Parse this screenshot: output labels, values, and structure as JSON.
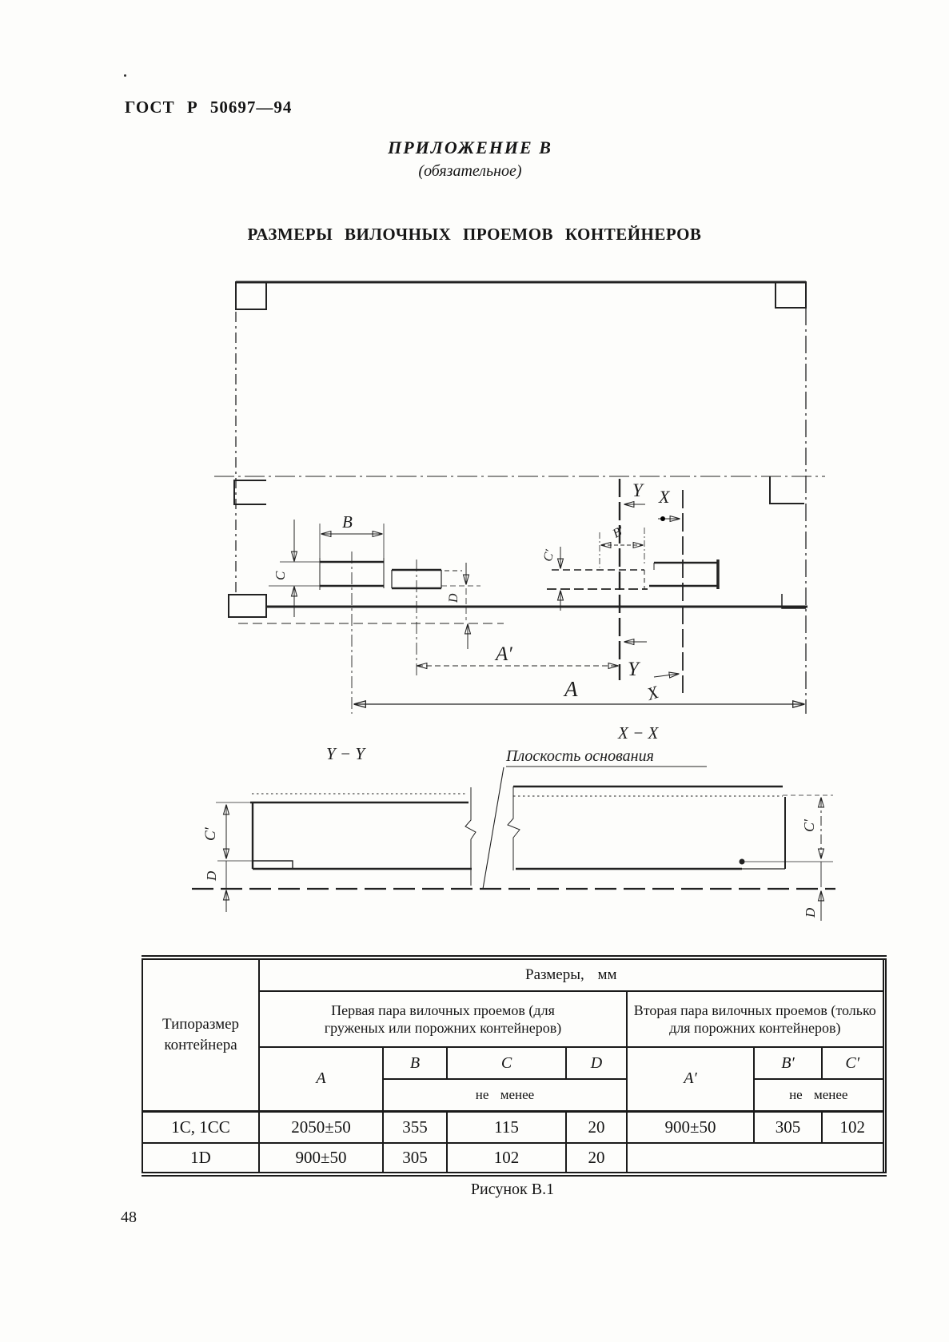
{
  "page": {
    "standard_code": "ГОСТ Р 50697—94",
    "appendix_title": "ПРИЛОЖЕНИЕ В",
    "appendix_subtitle": "(обязательное)",
    "section_title": "РАЗМЕРЫ ВИЛОЧНЫХ ПРОЕМОВ КОНТЕЙНЕРОВ",
    "figure_caption": "Рисунок В.1",
    "page_number": "48"
  },
  "figure": {
    "labels": {
      "b": "B",
      "c": "C",
      "d": "D",
      "b_prime": "B′",
      "c_prime": "C′",
      "a": "A",
      "a_prime": "A′",
      "y": "Y",
      "x": "X",
      "view_yy": "Y − Y",
      "view_xx": "X − X",
      "base_plane": "Плоскость основания"
    }
  },
  "table": {
    "size_header": "Размеры, мм",
    "type_col_line1": "Типоразмер",
    "type_col_line2": "контейнера",
    "group1": "Первая пара вилочных проемов (для груженых или порожних контейнеров)",
    "group2": "Вторая пара вилочных проемов (только для порожних контейнеров)",
    "cols": [
      "A",
      "B",
      "C",
      "D",
      "A′",
      "B′",
      "C′"
    ],
    "not_less": "не менее",
    "rows": [
      {
        "type": "1C, 1CC",
        "a": "2050±50",
        "b": "355",
        "c": "115",
        "d": "20",
        "a2": "900±50",
        "b2": "305",
        "c2": "102"
      },
      {
        "type": "1D",
        "a": "900±50",
        "b": "305",
        "c": "102",
        "d": "20",
        "a2": "",
        "b2": "",
        "c2": ""
      }
    ]
  }
}
